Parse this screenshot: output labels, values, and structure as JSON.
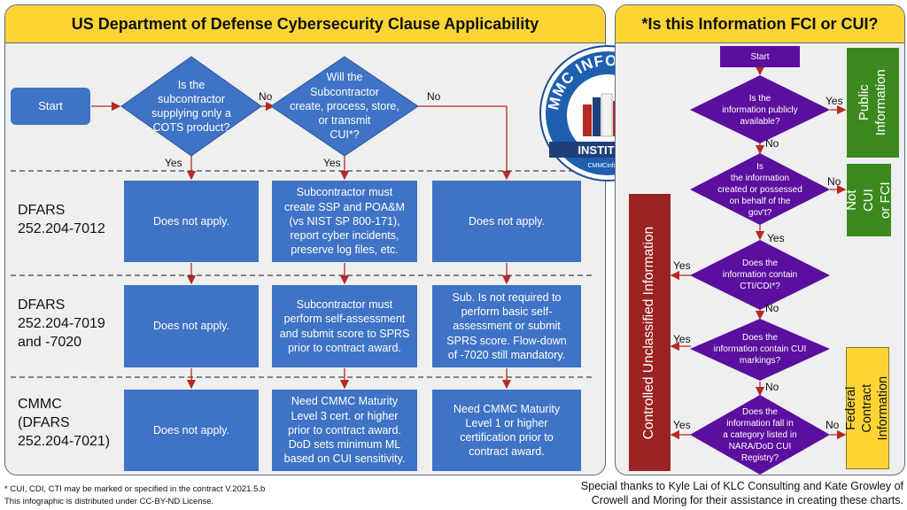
{
  "left_panel": {
    "title": "US Department of Defense Cybersecurity Clause Applicability",
    "start": "Start",
    "q1": "Is the\nsubcontractor\nsupplying only a\nCOTS product?",
    "q2": "Will the\nSubcontractor\ncreate, process, store,\nor transmit\nCUI*?",
    "no1": "No",
    "no2": "No",
    "yes1": "Yes",
    "yes2": "Yes",
    "rows": [
      {
        "label": "DFARS\n252.204-7012",
        "cells": [
          "Does not apply.",
          "Subcontractor must\ncreate SSP and POA&M\n(vs NIST SP 800-171),\nreport cyber incidents,\npreserve log files, etc.",
          "Does not apply."
        ]
      },
      {
        "label": "DFARS\n252.204-7019\nand -7020",
        "cells": [
          "Does not apply.",
          "Subcontractor must\nperform self-assessment\nand submit score to SPRS\nprior to contract award.",
          "Sub. Is not required to\nperform basic self-\nassessment or submit\nSPRS score. Flow-down\nof -7020 still mandatory."
        ]
      },
      {
        "label": "CMMC\n(DFARS\n252.204-7021)",
        "cells": [
          "Does not apply.",
          "Need CMMC Maturity\nLevel 3 cert. or higher\nprior to contract award.\nDoD sets minimum ML\nbased on CUI sensitivity.",
          "Need CMMC Maturity\nLevel 1 or higher\ncertification prior to\ncontract award."
        ]
      }
    ]
  },
  "logo": {
    "arc_text": "CMMC INFORMATION",
    "banner": "INSTITUTE",
    "url": "CMMCinfo.org"
  },
  "right_panel": {
    "title": "*Is this Information FCI or CUI?",
    "start": "Start",
    "d1": "Is the\ninformation publicly\navailable?",
    "d2": "Is\nthe information\ncreated or possessed\non behalf of the\ngov't?",
    "d3": "Does the\ninformation contain\nCTI/CDI*?",
    "d4": "Does the\ninformation contain CUI\nmarkings?",
    "d5": "Does the\ninformation fall in\na category listed in\nNARA/DoD CUI\nRegistry?",
    "edges": {
      "d1_yes": "Yes",
      "d1_no": "No",
      "d2_no": "No",
      "d2_yes": "Yes",
      "d3_yes": "Yes",
      "d3_no": "No",
      "d4_yes": "Yes",
      "d4_no": "No",
      "d5_yes": "Yes",
      "d5_no": "No"
    },
    "public": "Public\nInformation",
    "not_cui": "Not CUI\nor FCI",
    "cui": "Controlled Unclassified Information",
    "fci": "Federal Contract\nInformation"
  },
  "footer": {
    "note1": "* CUI, CDI, CTI may be marked or specified in the contract V.2021.5.b",
    "note2": "This infographic is distributed under CC-BY-ND License.",
    "thanks": "Special thanks to Kyle Lai of KLC Consulting and Kate Growley of\nCrowell and Moring for their assistance in creating these charts."
  },
  "colors": {
    "blue": "#3f73c5",
    "purple": "#5b0f9e",
    "green": "#3c8a1f",
    "darkred": "#9b2321",
    "yellow": "#fcd535"
  }
}
